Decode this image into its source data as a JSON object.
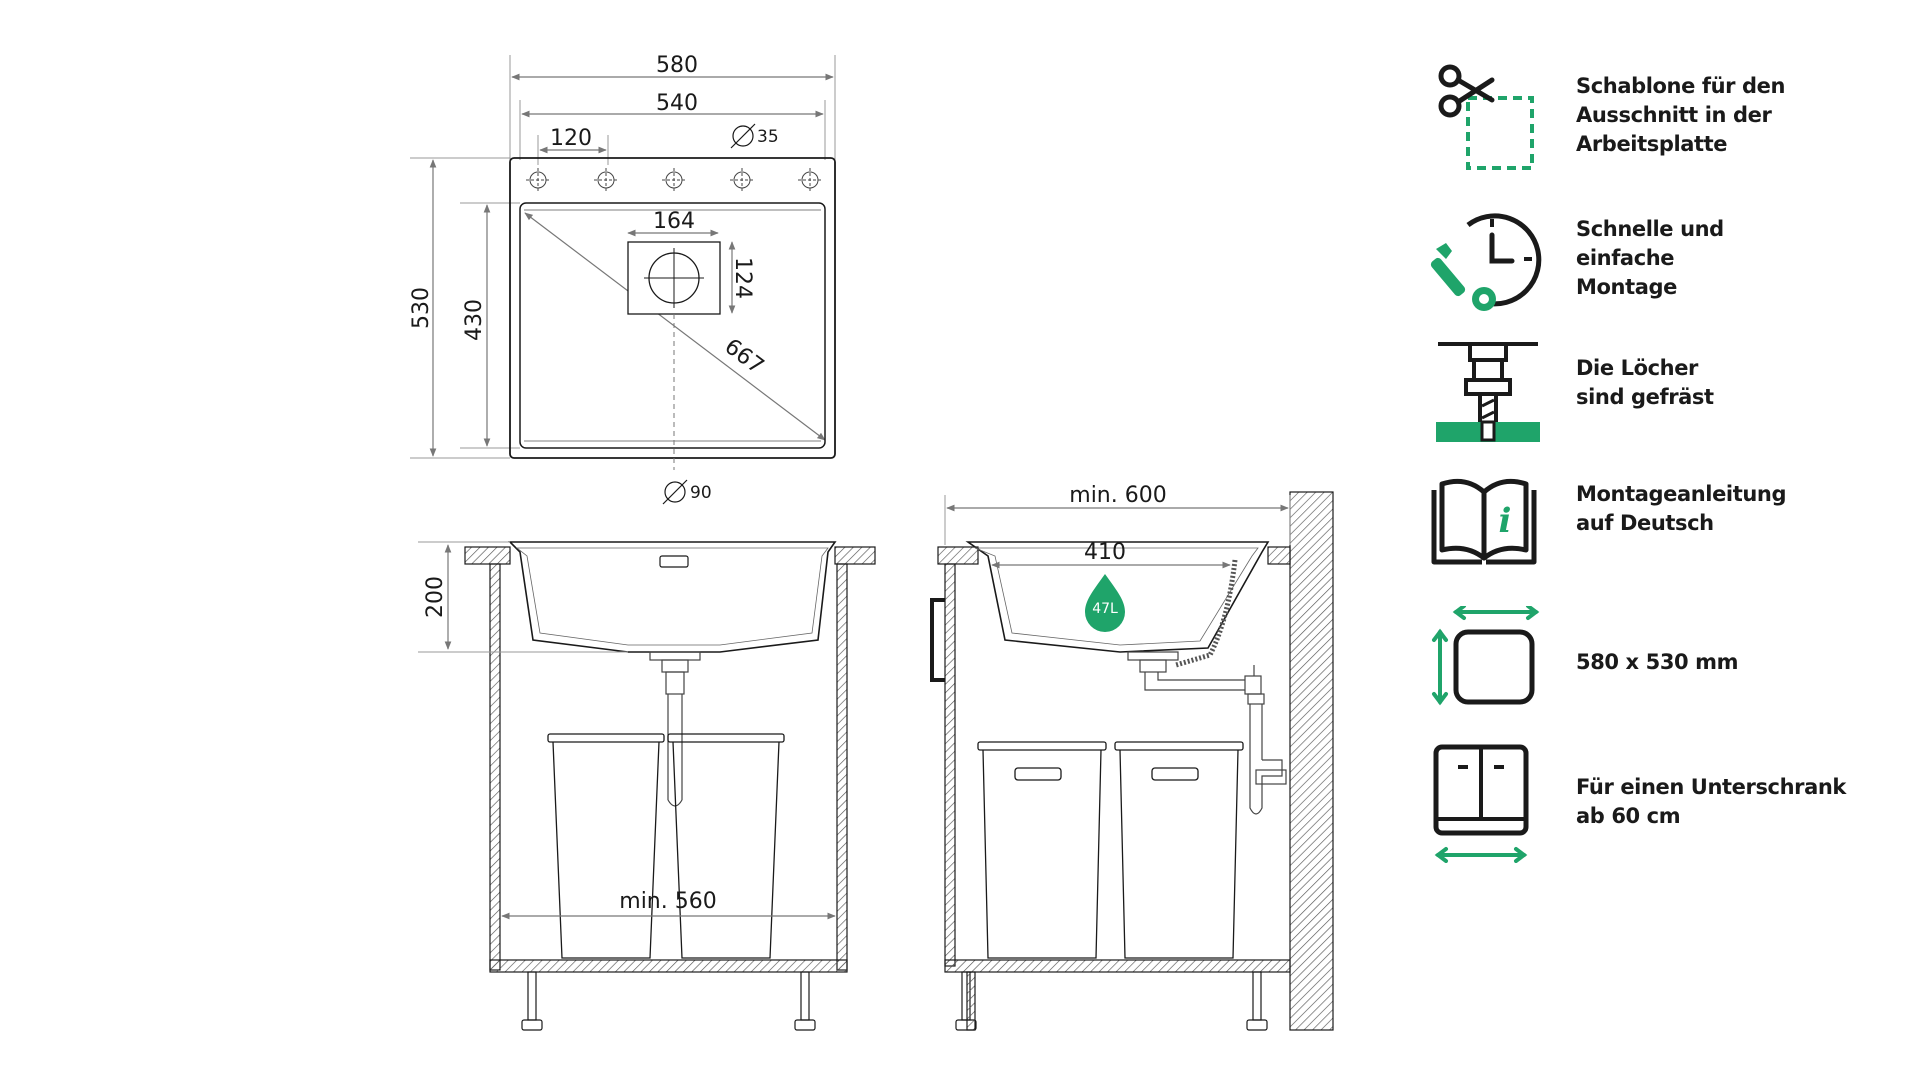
{
  "top_view": {
    "width_outer": "580",
    "width_inner": "540",
    "hole_spacing": "120",
    "hole_diameter": "35",
    "height_outer": "530",
    "height_inner": "430",
    "drain_width": "164",
    "drain_height": "124",
    "diagonal": "667",
    "drain_diameter": "90"
  },
  "front_view": {
    "depth": "200",
    "cabinet_min": "min. 560"
  },
  "side_view": {
    "cabinet_min": "min. 600",
    "bowl_width": "410",
    "volume": "47L"
  },
  "features": [
    {
      "icon": "scissors-template-icon",
      "lines": [
        "Schablone für den",
        "Ausschnitt in der",
        "Arbeitsplatte"
      ]
    },
    {
      "icon": "clock-wrench-icon",
      "lines": [
        "Schnelle und",
        "einfache",
        "Montage"
      ]
    },
    {
      "icon": "drill-icon",
      "lines": [
        "Die Löcher",
        "sind gefräst"
      ]
    },
    {
      "icon": "manual-book-icon",
      "lines": [
        "Montageanleitung",
        "auf Deutsch"
      ]
    },
    {
      "icon": "dimensions-icon",
      "lines": [
        "580 x 530 mm"
      ]
    },
    {
      "icon": "cabinet-icon",
      "lines": [
        "Für einen Unterschrank",
        "ab 60 cm"
      ]
    }
  ],
  "colors": {
    "line": "#1a1a1a",
    "dimension": "#8a8a8a",
    "accent_green": "#1fa46a"
  }
}
